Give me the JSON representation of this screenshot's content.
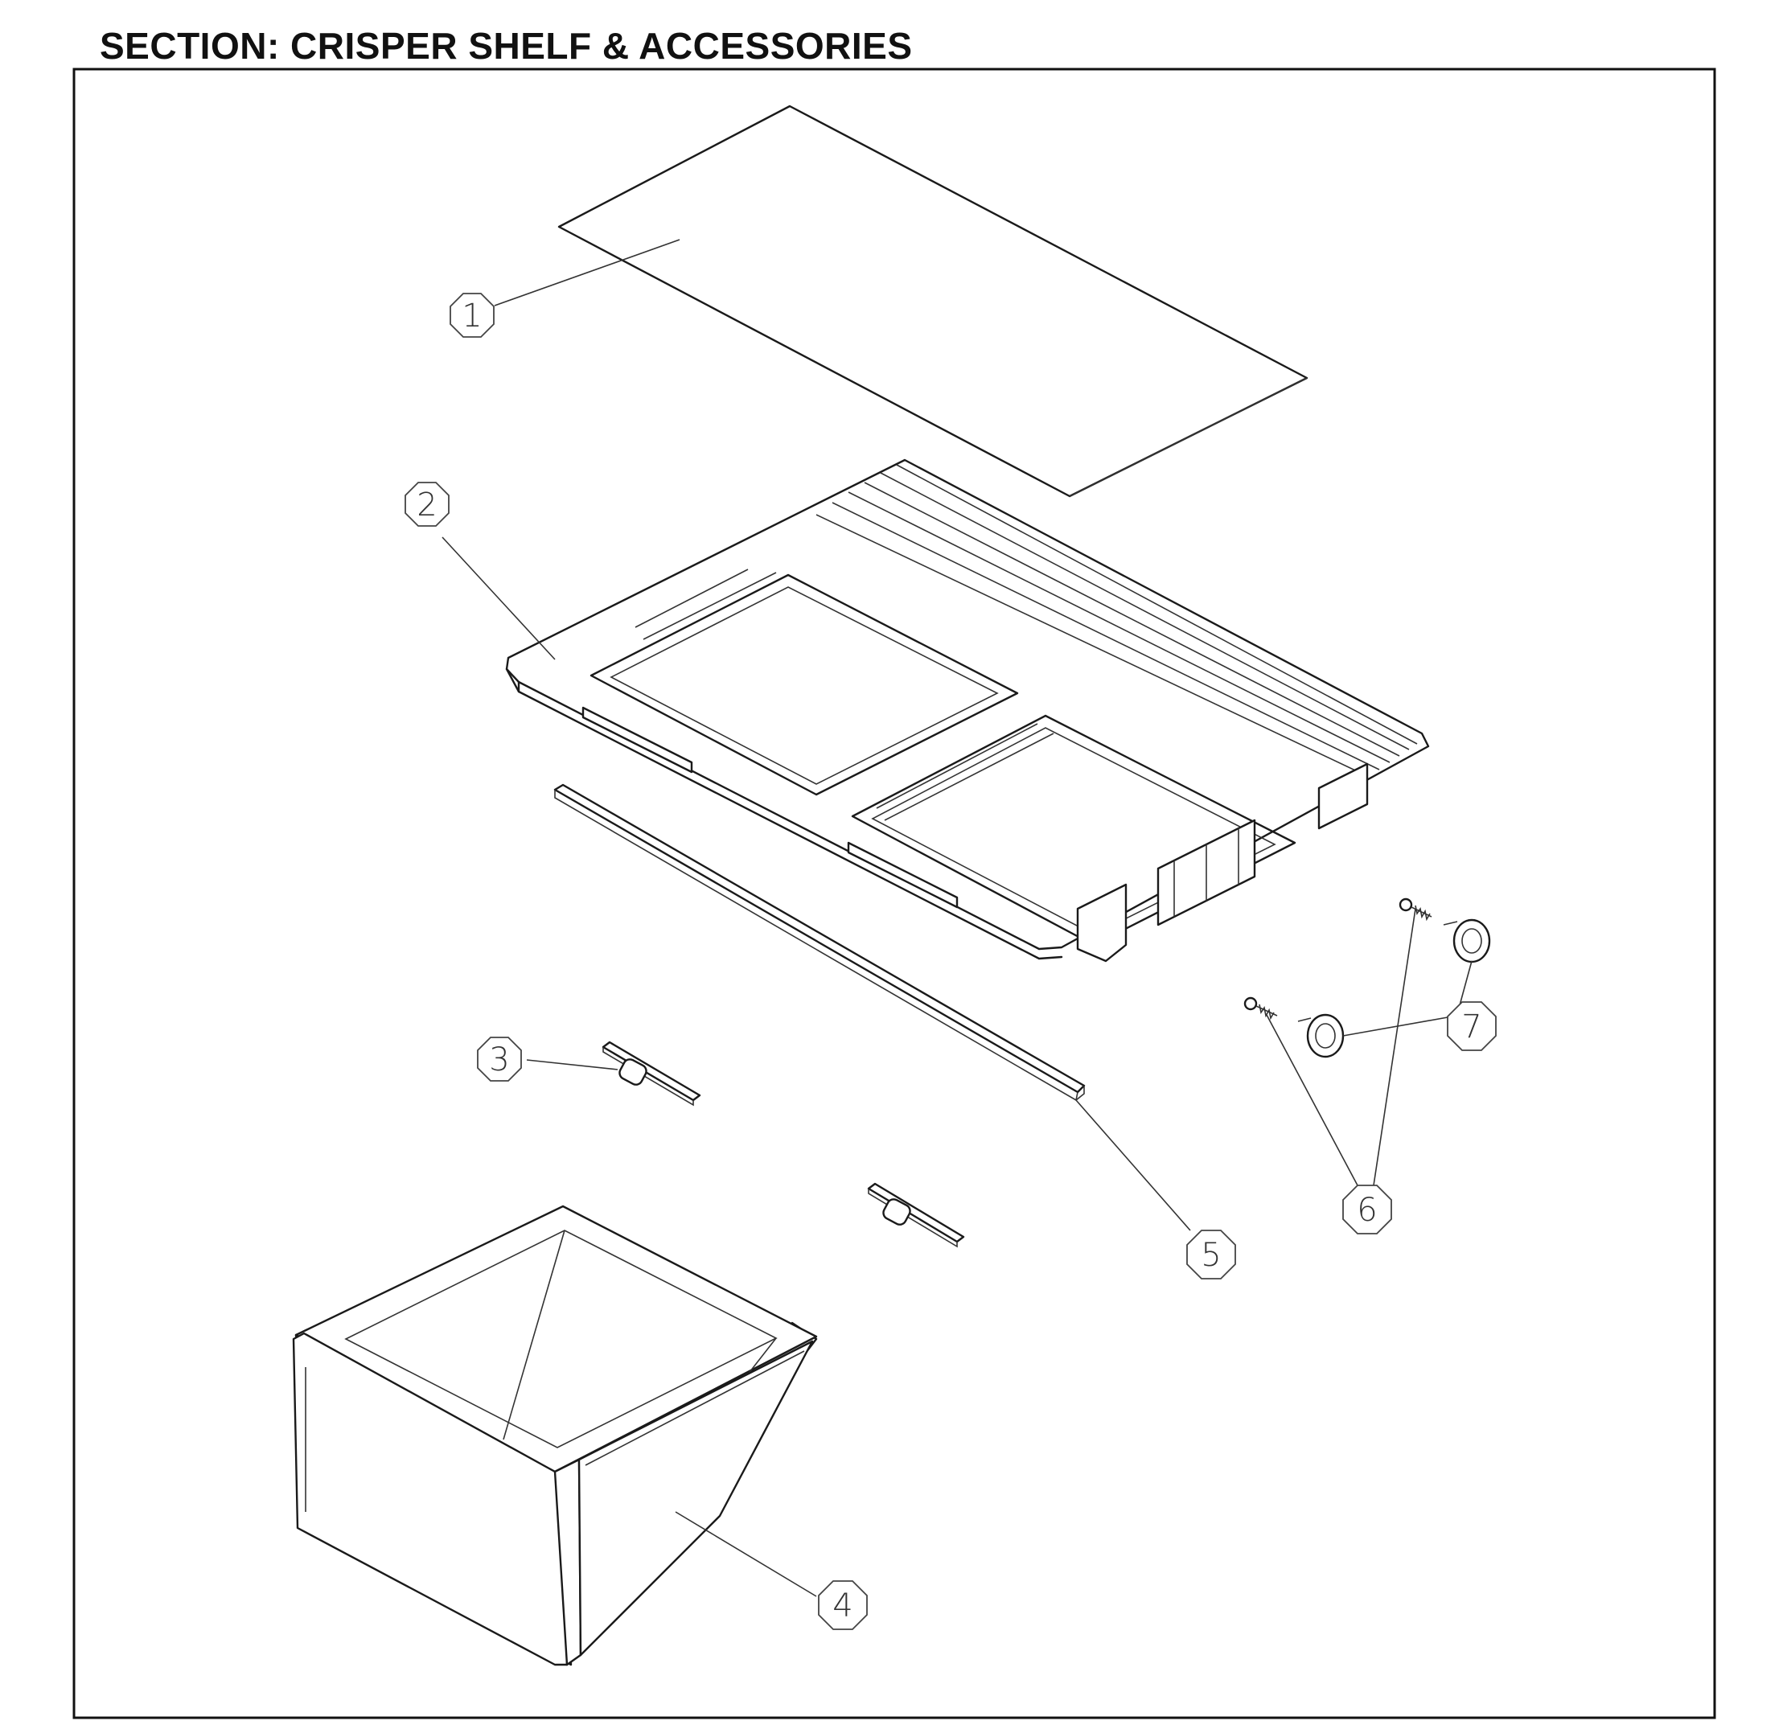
{
  "title": "SECTION: CRISPER SHELF & ACCESSORIES",
  "callouts": [
    {
      "id": "1",
      "label": "1"
    },
    {
      "id": "2",
      "label": "2"
    },
    {
      "id": "3",
      "label": "3"
    },
    {
      "id": "4",
      "label": "4"
    },
    {
      "id": "5",
      "label": "5"
    },
    {
      "id": "6",
      "label": "6"
    },
    {
      "id": "7",
      "label": "7"
    }
  ]
}
